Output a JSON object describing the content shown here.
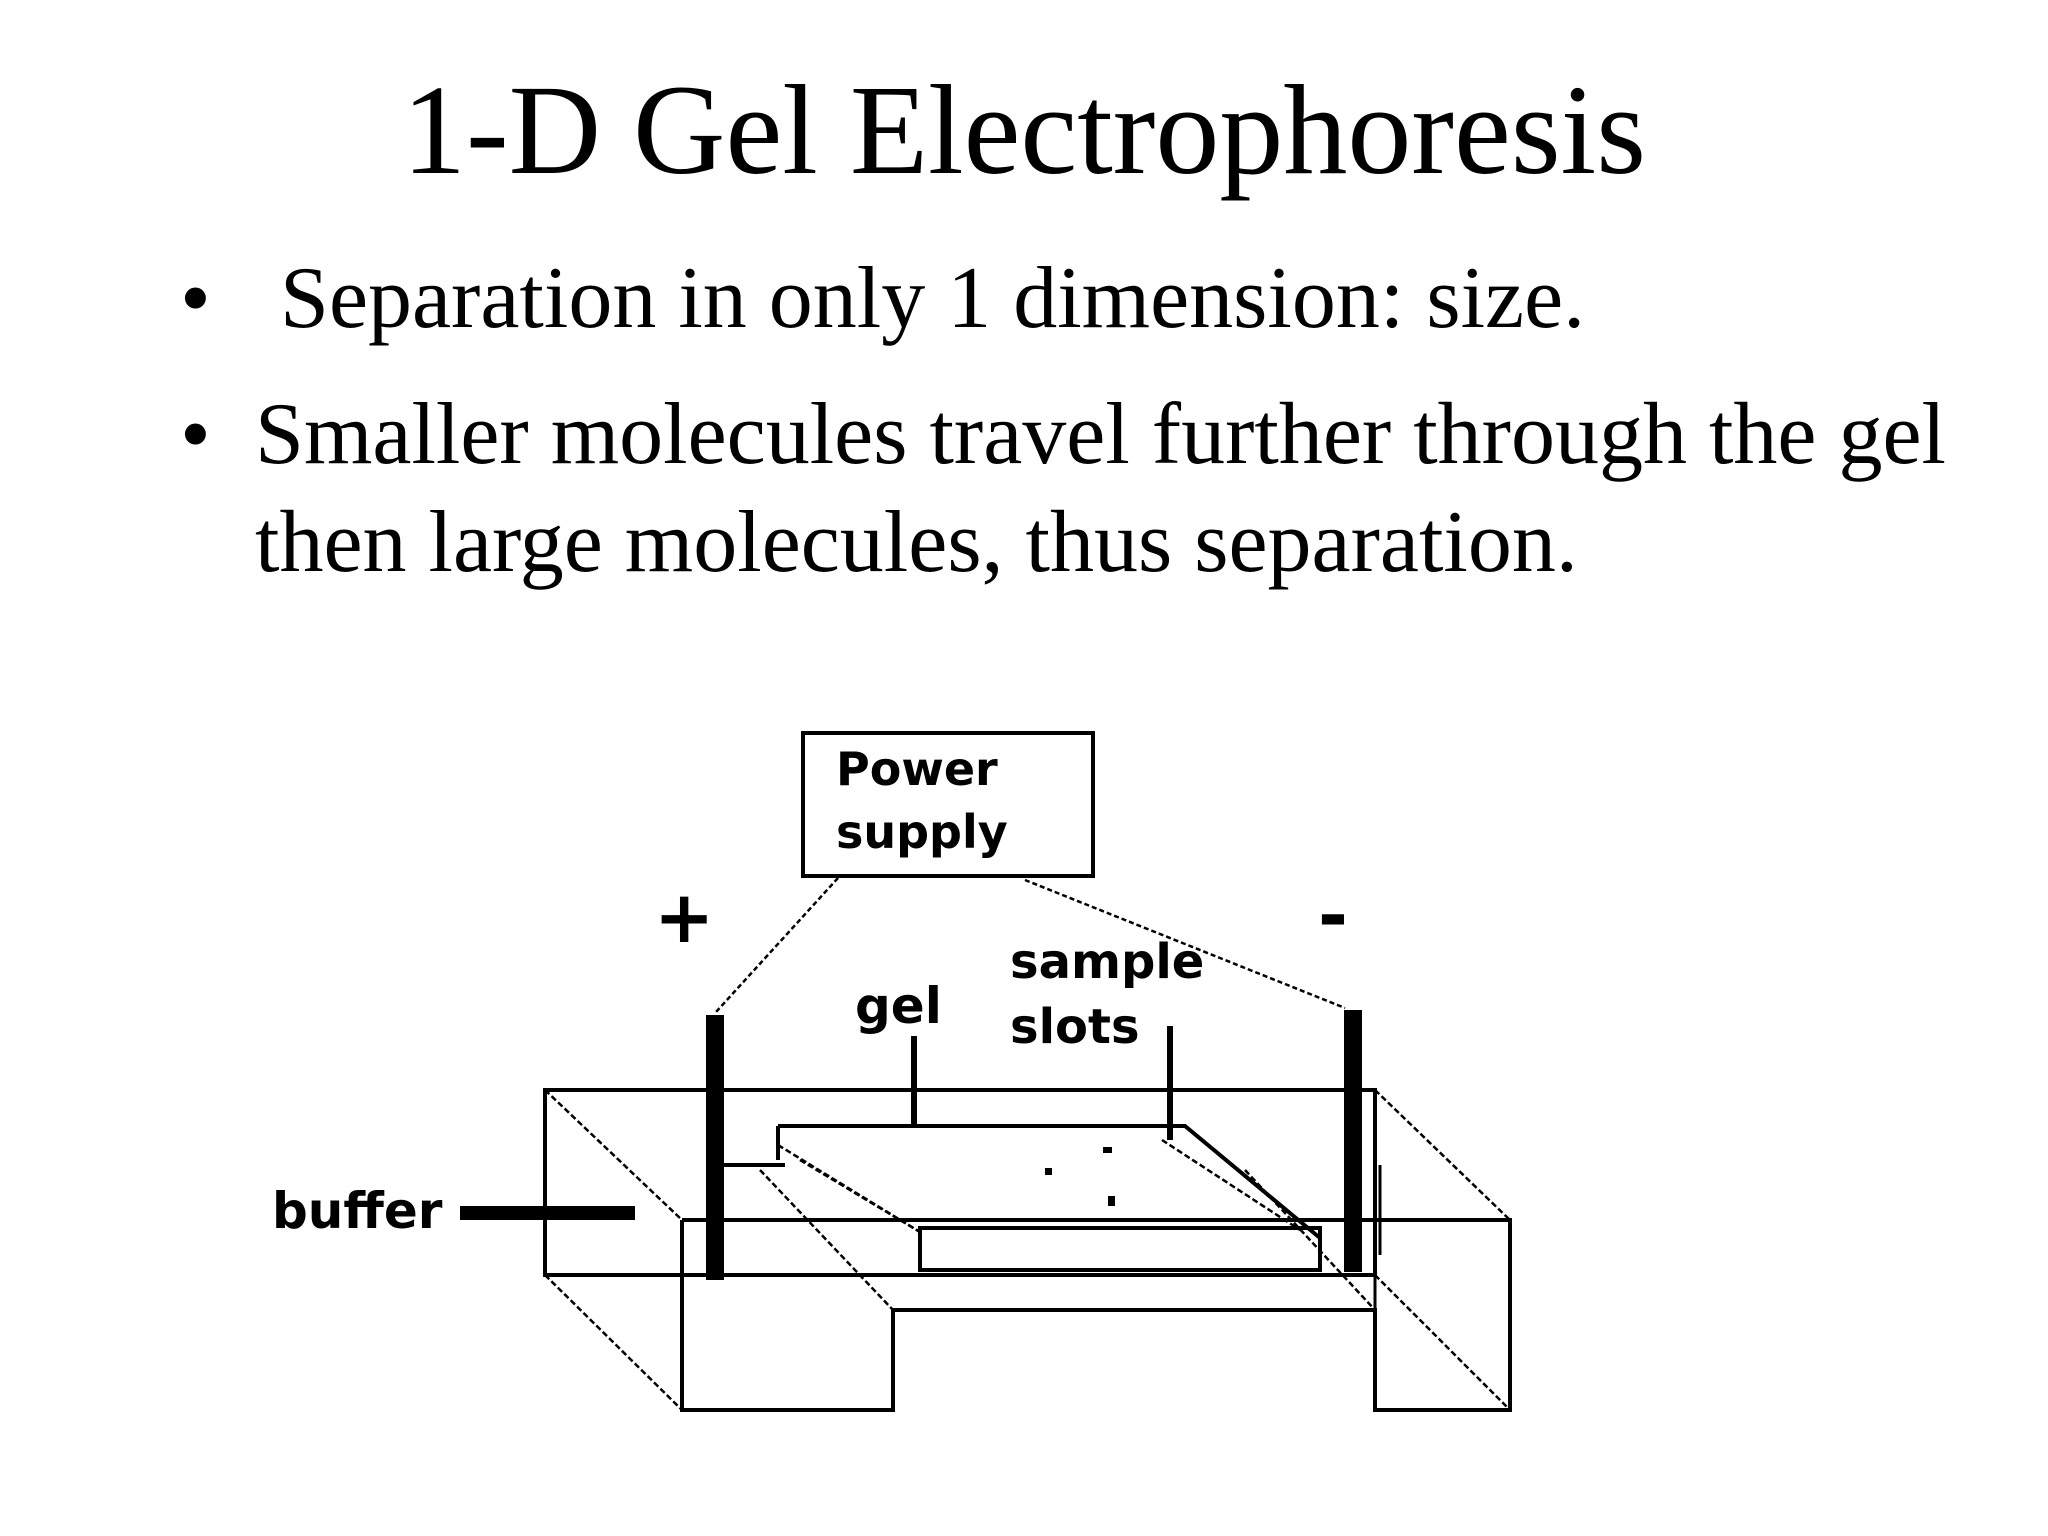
{
  "title": "1-D Gel Electrophoresis",
  "bullets": [
    {
      "symbol": "•",
      "text": "Separation in only 1 dimension: size."
    },
    {
      "symbol": "•",
      "text": "Smaller molecules travel further through the gel then large molecules, thus separation."
    }
  ],
  "diagram": {
    "power_supply_line1": "Power",
    "power_supply_line2": "supply",
    "positive_sign": "+",
    "negative_sign": "-",
    "gel_label": "gel",
    "sample_slots_line1": "sample",
    "sample_slots_line2": "slots",
    "buffer_label": "buffer"
  }
}
